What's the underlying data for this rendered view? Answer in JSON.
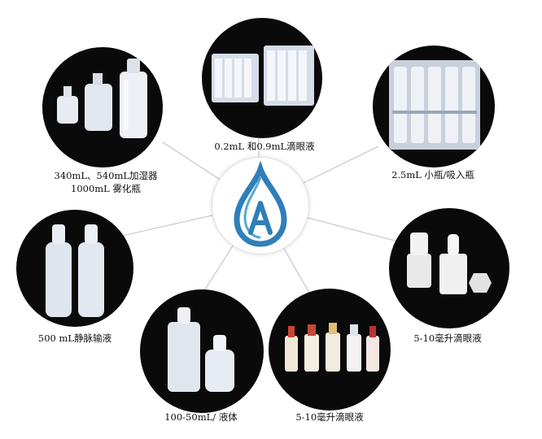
{
  "products": [
    {
      "id": "humidifier",
      "line1": "340mL、540mL加湿器",
      "line2": "1000mL  雾化瓶"
    },
    {
      "id": "eyedrop-ampoule",
      "line1": "0.2mL 和0.9mL滴眼液"
    },
    {
      "id": "small-vial",
      "line1": "2.5mL 小瓶/吸入瓶"
    },
    {
      "id": "eyedrop-bottle-right",
      "line1": "5-10毫升滴眼液"
    },
    {
      "id": "eyedrop-bottle-bottom",
      "line1": "5-10毫升滴眼液"
    },
    {
      "id": "liquid",
      "line1": "100-50mL/  液体"
    },
    {
      "id": "iv-infusion",
      "line1": "500 mL静脉输液"
    }
  ],
  "colors": {
    "logo_blue": "#2f7fb8",
    "logo_light": "#5aa9d6",
    "disc": "#0a0a0a",
    "spoke": "#cfcfcf"
  },
  "center_logo": {
    "icon": "water-drop-letter-a-logo"
  }
}
